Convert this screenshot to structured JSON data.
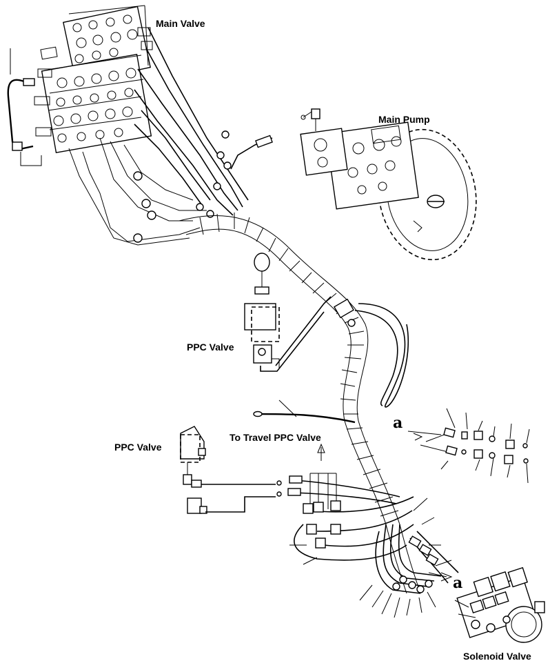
{
  "labels": {
    "main_valve": "Main Valve",
    "main_pump": "Main Pump",
    "ppc_valve_upper": "PPC Valve",
    "ppc_valve_lower": "PPC Valve",
    "to_travel_ppc_valve": "To Travel PPC Valve",
    "solenoid_valve": "Solenoid Valve"
  },
  "reference_marks": {
    "detail_a_top": "a",
    "detail_a_bottom": "a"
  }
}
